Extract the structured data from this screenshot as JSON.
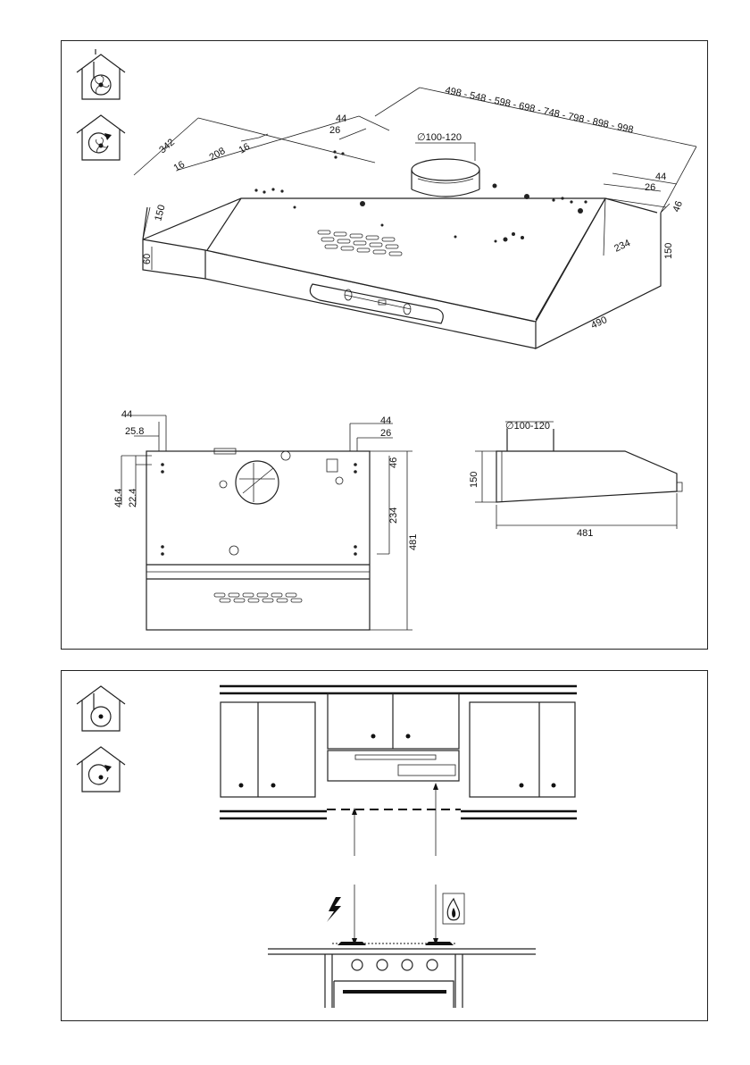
{
  "icons": {
    "ducted_mode": "ducted-extraction-icon",
    "recirculation_mode": "recirculation-icon",
    "electric": "lightning-bolt-icon",
    "gas": "gas-flame-icon"
  },
  "top_panel": {
    "iso_view": {
      "width_range": "498 - 548 - 598 - 698 - 748 - 798 - 898 - 998",
      "duct_diameter": "∅100-120",
      "depth_total": "342",
      "depth_inner": "208",
      "depth_offset_a": "16",
      "depth_offset_b": "16",
      "rear_offset_44_left": "44",
      "rear_offset_26_left": "26",
      "rear_offset_44_right": "44",
      "rear_offset_26_right": "26",
      "right_46": "46",
      "right_234": "234",
      "height_150_left": "150",
      "height_60": "60",
      "height_150_right": "150",
      "front_depth_490": "490"
    },
    "top_view": {
      "left_44": "44",
      "left_25_8": "25.8",
      "left_46_4": "46.4",
      "left_22_4": "22.4",
      "right_44": "44",
      "right_26": "26",
      "right_46": "46",
      "right_234": "234",
      "total_481": "481"
    },
    "side_view": {
      "duct_diameter": "∅100-120",
      "height_150": "150",
      "depth_481": "481"
    }
  }
}
